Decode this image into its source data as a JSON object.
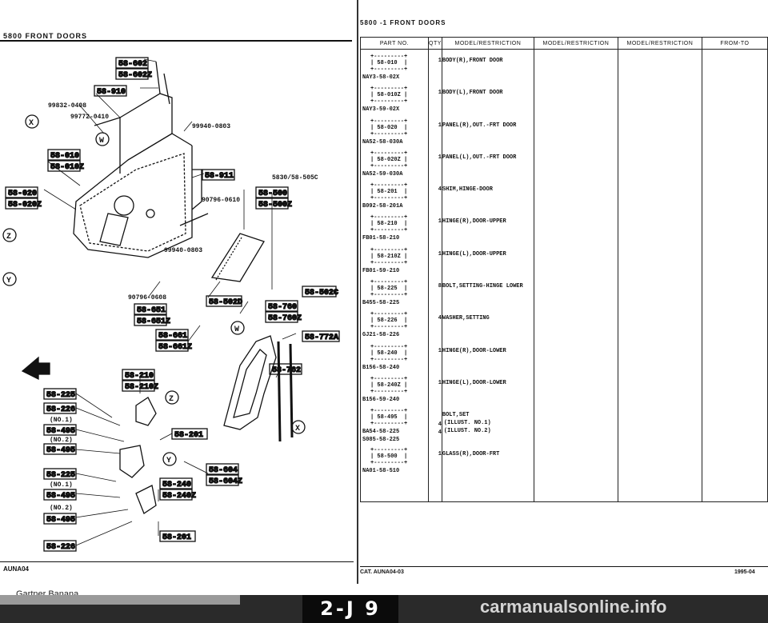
{
  "left_page": {
    "header": "5800   FRONT DOORS",
    "footer": "AUNA04",
    "watermark": "Gartner Banana",
    "part_tags": [
      "58-602",
      "58-602Z",
      "58-910",
      "58-010",
      "58-010Z",
      "58-020",
      "58-020Z",
      "58-911",
      "58-500",
      "58-500Z",
      "58-502C",
      "58-502D",
      "58-760",
      "58-760Z",
      "58-651",
      "58-651Z",
      "58-661",
      "58-661Z",
      "58-772A",
      "58-762",
      "58-210",
      "58-210Z",
      "58-225",
      "58-226",
      "58-495",
      "58-495",
      "58-201",
      "58-604",
      "58-604Z",
      "58-225",
      "58-495",
      "58-495",
      "58-240",
      "58-240Z",
      "58-201",
      "58-226"
    ],
    "callouts": [
      "99832-0408",
      "99772-0410",
      "99940-0803",
      "90796-0610",
      "99940-0803",
      "90796-0608",
      "5830/58-505C",
      "(NO.1)",
      "(NO.2)",
      "(NO.1)",
      "(NO.2)"
    ],
    "markers": [
      "X",
      "W",
      "Z",
      "Y",
      "W",
      "Z",
      "X",
      "Y"
    ]
  },
  "right_page": {
    "header": "5800  -1     FRONT DOORS",
    "columns": [
      "PART NO.",
      "QTY",
      "MODEL/RESTRICTION",
      "MODEL/RESTRICTION",
      "MODEL/RESTRICTION",
      "FROM-TO"
    ],
    "rows": [
      {
        "box": "58-010",
        "code": "NAY3-58-02X",
        "qty": "1",
        "desc": "BODY(R),FRONT DOOR"
      },
      {
        "box": "58-010Z",
        "code": "NAY3-59-02X",
        "qty": "1",
        "desc": "BODY(L),FRONT DOOR"
      },
      {
        "box": "58-020",
        "code": "NA52-58-030A",
        "qty": "1",
        "desc": "PANEL(R),OUT.-FRT DOOR"
      },
      {
        "box": "58-020Z",
        "code": "NA52-59-030A",
        "qty": "1",
        "desc": "PANEL(L),OUT.-FRT DOOR"
      },
      {
        "box": "58-201",
        "code": "B092-58-201A",
        "qty": "4",
        "desc": "SHIM,HINGE-DOOR"
      },
      {
        "box": "58-210",
        "code": "FB01-58-210",
        "qty": "1",
        "desc": "HINGE(R),DOOR-UPPER"
      },
      {
        "box": "58-210Z",
        "code": "FB01-59-210",
        "qty": "1",
        "desc": "HINGE(L),DOOR-UPPER"
      },
      {
        "box": "58-225",
        "code": "B455-58-225",
        "qty": "8",
        "desc": "BOLT,SETTING-HINGE LOWER"
      },
      {
        "box": "58-226",
        "code": "GJ21-58-226",
        "qty": "4",
        "desc": "WASHER,SETTING"
      },
      {
        "box": "58-240",
        "code": "B156-58-240",
        "qty": "1",
        "desc": "HINGE(R),DOOR-LOWER"
      },
      {
        "box": "58-240Z",
        "code": "B156-59-240",
        "qty": "1",
        "desc": "HINGE(L),DOOR-LOWER"
      },
      {
        "box": "58-495",
        "code": "BA54-58-225",
        "qty": "4",
        "desc": "BOLT,SET",
        "code2": "S085-58-225",
        "qty2": "4",
        "desc_lines": [
          "(ILLUST. NO.1)",
          "(ILLUST. NO.2)"
        ]
      },
      {
        "box": "58-500",
        "code": "NA01-58-510",
        "qty": "1",
        "desc": "GLASS(R),DOOR-FRT"
      }
    ],
    "footer_catalog": "CAT.  AUNA04-03",
    "footer_date": "1995-04"
  },
  "strip": {
    "page_tab": "2-J 9",
    "site_text": "carmanualsonline.info"
  }
}
